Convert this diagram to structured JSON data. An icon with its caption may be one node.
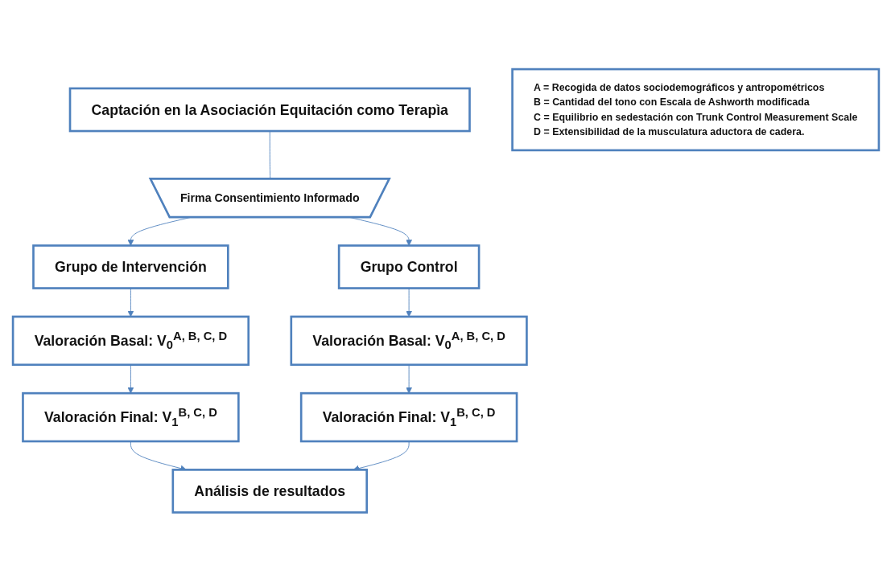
{
  "diagram": {
    "nodes": [
      {
        "text": [
          "Captación en la Asociación Equitación como Terapìa"
        ]
      },
      {
        "text": [
          "Firma Consentimiento Informado"
        ]
      },
      {
        "text": [
          "Grupo de Intervención"
        ]
      },
      {
        "text": [
          "Grupo Control"
        ]
      },
      {
        "text": [
          "Valoración Basal: V$_{0}$$^{A, B, C, D}$"
        ]
      },
      {
        "text": [
          "Valoración Basal: V$_{0}$$^{A, B, C, D}$"
        ]
      },
      {
        "text": [
          "Valoración Final: V$_{1}$$^{B, C, D}$"
        ]
      },
      {
        "text": [
          "Valoración Final: V$_{1}$$^{B, C, D}$"
        ]
      },
      {
        "text": [
          "Análisis de resultados"
        ]
      },
      {
        "text": [
          "A = Recogida de datos sociodemográficos y antropométricos",
          "B = Cantidad del tono con Escala de Ashworth modificada",
          "C = Equilibrio en sedestación con Trunk Control Measurement Scale",
          "D = Extensibilidad de la musculatura aductora de cadera."
        ]
      }
    ],
    "edges": [
      {
        "from": 0,
        "to": 1,
        "arrow": "none"
      },
      {
        "from": 1,
        "to": 2,
        "arrow": "to"
      },
      {
        "from": 1,
        "to": 3,
        "arrow": "to"
      },
      {
        "from": 2,
        "to": 4,
        "arrow": "to"
      },
      {
        "from": 4,
        "to": 6,
        "arrow": "to"
      },
      {
        "from": 3,
        "to": 5,
        "arrow": "to"
      },
      {
        "from": 5,
        "to": 7,
        "arrow": "to"
      },
      {
        "from": 6,
        "to": 8,
        "arrow": "to"
      },
      {
        "from": 7,
        "to": 8,
        "arrow": "to"
      }
    ]
  }
}
